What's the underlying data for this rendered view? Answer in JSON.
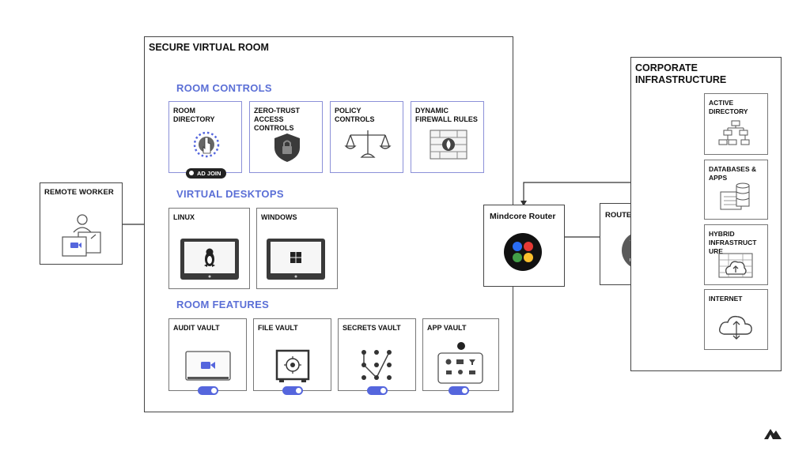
{
  "remote_worker": {
    "title": "REMOTE WORKER"
  },
  "secure_room": {
    "title": "SECURE VIRTUAL ROOM",
    "room_controls": {
      "heading": "ROOM CONTROLS",
      "cards": [
        {
          "label": "ROOM\nDIRECTORY",
          "badge": "AD JOIN"
        },
        {
          "label": "ZERO-TRUST\nACCESS\nCONTROLS"
        },
        {
          "label": "POLICY\nCONTROLS"
        },
        {
          "label": "DYNAMIC\nFIREWALL RULES"
        }
      ]
    },
    "virtual_desktops": {
      "heading": "VIRTUAL DESKTOPS",
      "cards": [
        {
          "label": "LINUX"
        },
        {
          "label": "WINDOWS"
        }
      ]
    },
    "room_features": {
      "heading": "ROOM FEATURES",
      "cards": [
        {
          "label": "AUDIT VAULT",
          "toggle_on": true
        },
        {
          "label": "FILE VAULT",
          "toggle_on": true
        },
        {
          "label": "SECRETS VAULT",
          "toggle_on": true
        },
        {
          "label": "APP VAULT",
          "toggle_on": true
        }
      ]
    }
  },
  "mindcore_router": {
    "title": "Mindcore Router",
    "dot_colors": [
      "#2a6df4",
      "#e53935",
      "#43a047",
      "#fbc02d"
    ]
  },
  "router_firewall": {
    "title": "ROUTER/FIREWALL"
  },
  "corporate": {
    "title": "CORPORATE\nINFRASTRUCTURE",
    "items": [
      {
        "label": "ACTIVE\nDIRECTORY"
      },
      {
        "label": "DATABASES &\nAPPS"
      },
      {
        "label": "HYBRID\nINFRASTRUCT\nURE"
      },
      {
        "label": "INTERNET"
      }
    ]
  },
  "colors": {
    "accent": "#5b6fd6",
    "toggle": "#5566dd",
    "dark": "#2b2b2b"
  }
}
